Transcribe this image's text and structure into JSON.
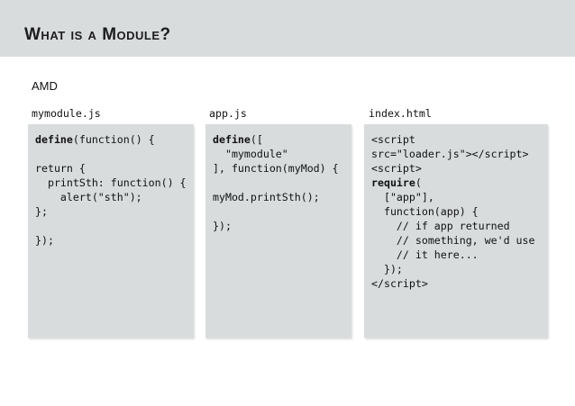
{
  "header": {
    "title": "What is a Module?"
  },
  "section_label": "AMD",
  "colors": {
    "band_bg": "#d8dcdd",
    "block_bg": "#d8dcdd",
    "text": "#141414"
  },
  "code_blocks": [
    {
      "filename": "mymodule.js",
      "lines": [
        [
          {
            "t": "define",
            "b": true
          },
          {
            "t": "(function() {"
          }
        ],
        [],
        [
          {
            "t": "return {"
          }
        ],
        [
          {
            "t": "  printSth: function() {"
          }
        ],
        [
          {
            "t": "    alert(\"sth\");"
          }
        ],
        [
          {
            "t": "};"
          }
        ],
        [],
        [
          {
            "t": "});"
          }
        ]
      ]
    },
    {
      "filename": "app.js",
      "lines": [
        [
          {
            "t": "define",
            "b": true
          },
          {
            "t": "(["
          }
        ],
        [
          {
            "t": "  \"mymodule\""
          }
        ],
        [
          {
            "t": "], function(myMod) {"
          }
        ],
        [],
        [
          {
            "t": "myMod.printSth();"
          }
        ],
        [],
        [
          {
            "t": "});"
          }
        ]
      ]
    },
    {
      "filename": "index.html",
      "lines": [
        [
          {
            "t": "<script"
          }
        ],
        [
          {
            "t": "src=\"loader.js\"></script>"
          }
        ],
        [
          {
            "t": "<script>"
          }
        ],
        [
          {
            "t": "require",
            "b": true
          },
          {
            "t": "("
          }
        ],
        [
          {
            "t": "  [\"app\"],"
          }
        ],
        [
          {
            "t": "  function(app) {"
          }
        ],
        [
          {
            "t": "    // if app returned"
          }
        ],
        [
          {
            "t": "    // something, we'd use"
          }
        ],
        [
          {
            "t": "    // it here..."
          }
        ],
        [
          {
            "t": "  });"
          }
        ],
        [
          {
            "t": "</script>"
          }
        ]
      ]
    }
  ]
}
